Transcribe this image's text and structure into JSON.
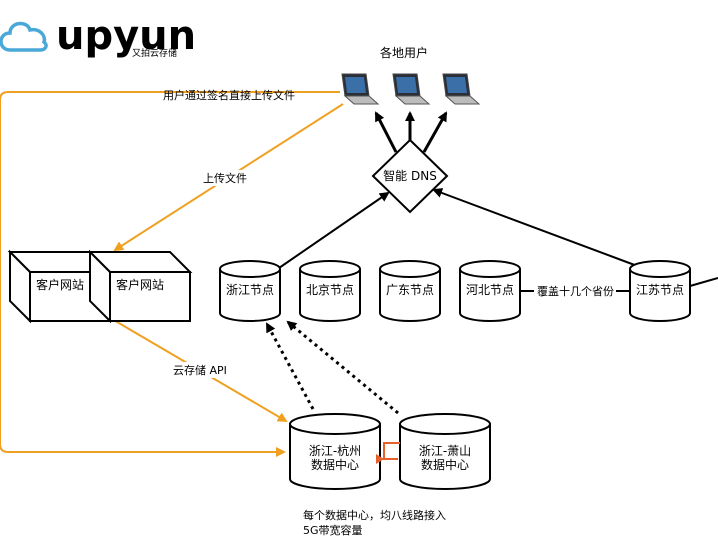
{
  "logo": {
    "wordmark": "upyun",
    "tagline": "又拍云存储"
  },
  "colors": {
    "accent_orange": "#f0a020",
    "logo_blue": "#4aa8d8",
    "logo_gray": "#6d6f72",
    "stroke": "#000000"
  },
  "users": {
    "label": "各地用户",
    "icon": "laptop-icon",
    "count": 3
  },
  "dns": {
    "label": "智能 DNS"
  },
  "edges": {
    "direct_upload": "用户通过签名直接上传文件",
    "upload_file": "上传文件",
    "storage_api": "云存储 API",
    "coverage": "覆盖十几个省份"
  },
  "client_sites": [
    {
      "label": "客户网站"
    },
    {
      "label": "客户网站"
    }
  ],
  "edge_nodes": [
    {
      "label": "浙江节点"
    },
    {
      "label": "北京节点"
    },
    {
      "label": "广东节点"
    },
    {
      "label": "河北节点"
    },
    {
      "label": "江苏节点"
    }
  ],
  "data_centers": [
    {
      "line1": "浙江-杭州",
      "line2": "数据中心"
    },
    {
      "line1": "浙江-萧山",
      "line2": "数据中心"
    }
  ],
  "footnote": {
    "line1": "每个数据中心，均八线路接入",
    "line2": "5G带宽容量"
  }
}
